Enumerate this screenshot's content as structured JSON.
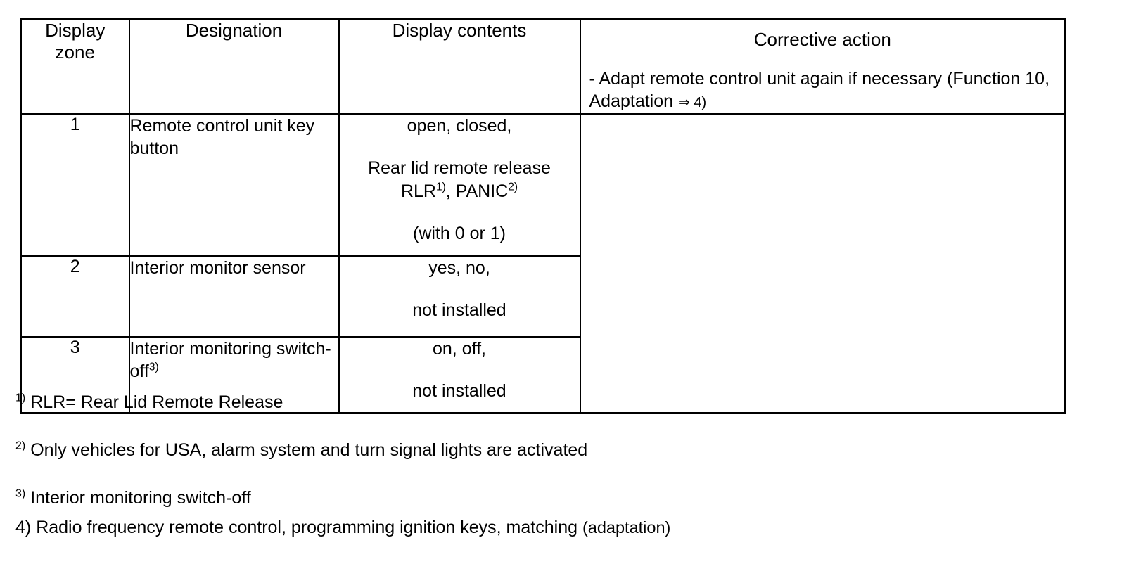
{
  "document": {
    "type": "technical-specification-table",
    "table": {
      "headers": [
        "Display zone",
        "Designation",
        "Display contents",
        "Corrective action"
      ],
      "header_zone_line1": "Display",
      "header_zone_line2": "zone",
      "rows": [
        {
          "zone": "1",
          "designation": "Remote control unit key button",
          "contents_line1": "open, closed,",
          "contents_line2_part1": "Rear lid remote release",
          "contents_line2_part2": "RLR",
          "contents_line2_sup1": "1)",
          "contents_line2_part3": ", PANIC",
          "contents_line2_sup2": "2)",
          "contents_line3": "(with 0 or 1)"
        },
        {
          "zone": "2",
          "designation": "Interior monitor sensor",
          "contents_line1": "yes, no,",
          "contents_line2": "not installed"
        },
        {
          "zone": "3",
          "designation_part1": "Interior monitoring switch-off",
          "designation_sup": "3)",
          "contents_line1": "on, off,",
          "contents_line2": "not installed"
        }
      ],
      "corrective_action": {
        "text_main": "- Adapt remote control unit again if necessary (Function 10, Adaptation",
        "arrow_ref": "⇒ 4)"
      }
    },
    "footnotes": [
      {
        "marker": "1)",
        "superscript": true,
        "text": "RLR= Rear Lid Remote Release"
      },
      {
        "marker": "2)",
        "superscript": true,
        "text": "Only vehicles for USA, alarm system and turn signal lights are activated"
      },
      {
        "marker": "3)",
        "superscript": true,
        "text": "Interior monitoring switch-off"
      },
      {
        "marker": "4)",
        "superscript": false,
        "text_part1": "Radio frequency remote control, programming ignition keys, matching",
        "text_part2": "(adaptation)"
      }
    ],
    "colors": {
      "text": "#000000",
      "background": "#ffffff",
      "border": "#000000"
    }
  }
}
